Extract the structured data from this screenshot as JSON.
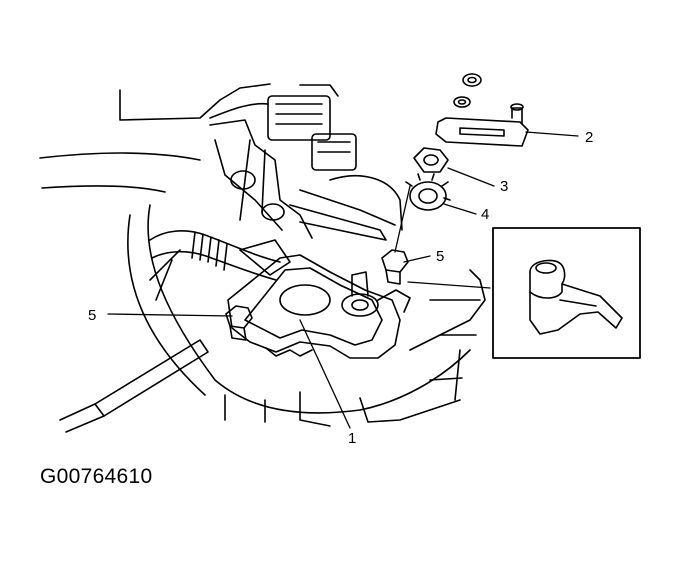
{
  "figure_id": "G00764610",
  "callouts": {
    "c1": "1",
    "c2": "2",
    "c3": "3",
    "c4": "4",
    "c5a": "5",
    "c5b": "5"
  },
  "parts": [
    "switch-body",
    "lever",
    "nut",
    "lock-washer",
    "bolt",
    "bolt",
    "detail-inset"
  ],
  "colors": {
    "line": "#000000",
    "fill": "#ffffff",
    "text": "#000000"
  }
}
